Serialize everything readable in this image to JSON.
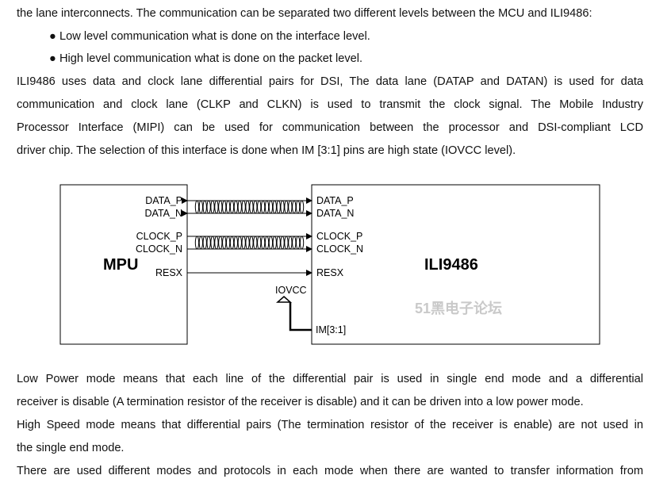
{
  "paragraphs": {
    "intro_tail": "the lane interconnects. The communication can be separated two different levels between the MCU and ILI9486:",
    "bullets": [
      "Low level communication what is done on the interface level.",
      "High level communication what is done on the packet level."
    ],
    "dsi_lines": [
      "ILI9486 uses data and clock lane differential pairs for DSI, The data lane (DATAP and DATAN) is used for data",
      "communication and clock lane (CLKP and CLKN) is used to transmit the clock signal. The Mobile Industry",
      "Processor Interface (MIPI) can be used for communication between the processor and DSI-compliant LCD",
      "driver chip. The selection of this interface is done when IM [3:1] pins are high state (IOVCC level)."
    ],
    "low_power_lines": [
      "Low Power mode means that each line of the differential pair is used in single end mode and a differential",
      "receiver is disable (A termination resistor of the receiver is disable) and it can be driven into a low power mode."
    ],
    "high_speed_lines": [
      "High Speed mode means that differential pairs (The termination resistor of the receiver is enable) are not used in",
      "the single end mode."
    ],
    "last_line": "There are used different modes and protocols in each mode when there are wanted to transfer information from"
  },
  "diagram": {
    "mpu_label": "MPU",
    "ili_label": "ILI9486",
    "watermark": "51黑电子论坛",
    "mpu_pins": {
      "data_p": "DATA_P",
      "data_n": "DATA_N",
      "clock_p": "CLOCK_P",
      "clock_n": "CLOCK_N",
      "resx": "RESX"
    },
    "ili_pins": {
      "data_p": "DATA_P",
      "data_n": "DATA_N",
      "clock_p": "CLOCK_P",
      "clock_n": "CLOCK_N",
      "resx": "RESX",
      "im": "IM[3:1]"
    },
    "iovcc": "IOVCC"
  }
}
